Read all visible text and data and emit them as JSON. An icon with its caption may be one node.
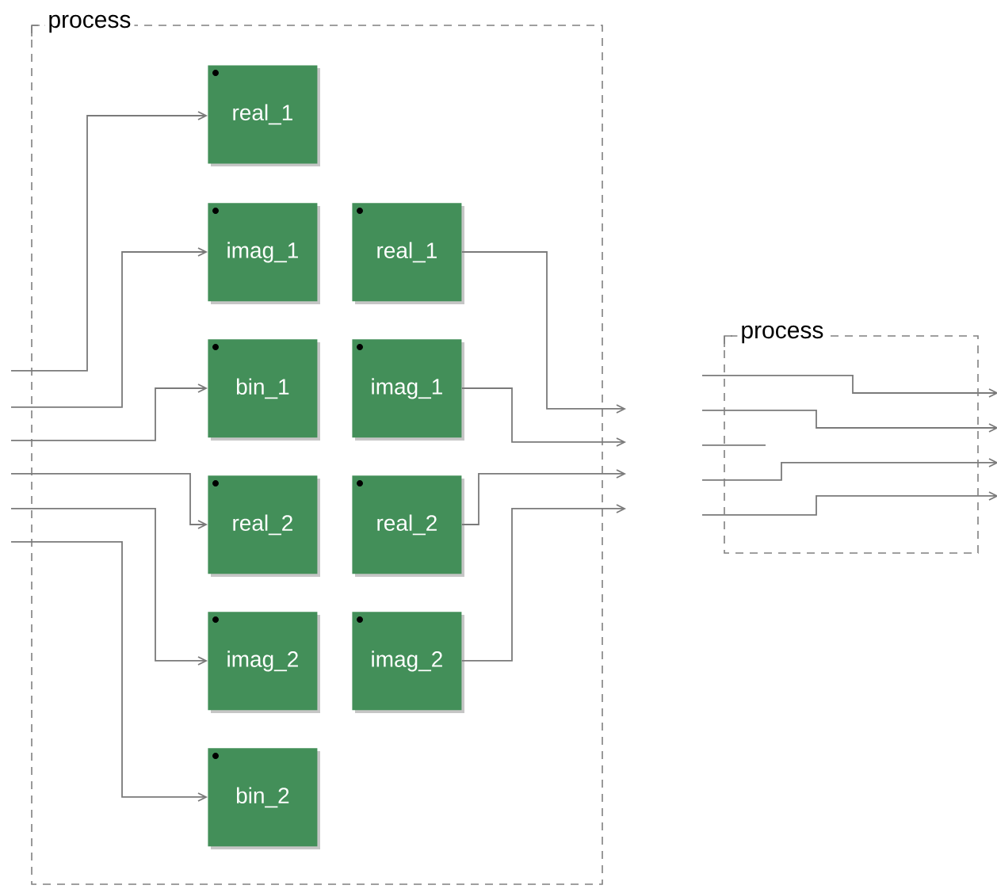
{
  "diagram": {
    "nodes": [
      {
        "text": [
          "process"
        ]
      },
      {
        "text": [
          "real_1"
        ],
        "in": 0
      },
      {
        "text": [
          "imag_1"
        ],
        "in": 0
      },
      {
        "text": [
          "real_1"
        ],
        "in": 0
      },
      {
        "text": [
          "bin_1"
        ],
        "in": 0
      },
      {
        "text": [
          "imag_1"
        ],
        "in": 0
      },
      {
        "text": [
          "real_2"
        ],
        "in": 0
      },
      {
        "text": [
          "real_2"
        ],
        "in": 0
      },
      {
        "text": [
          "imag_2"
        ],
        "in": 0
      },
      {
        "text": [
          "imag_2"
        ],
        "in": 0
      },
      {
        "text": [
          "bin_2"
        ],
        "in": 0
      },
      {
        "text": [
          "process"
        ]
      }
    ],
    "edges": [
      {
        "from": null,
        "to": 1,
        "arrow": "to"
      },
      {
        "from": null,
        "to": 2,
        "arrow": "to"
      },
      {
        "from": null,
        "to": 4,
        "arrow": "to"
      },
      {
        "from": null,
        "to": 6,
        "arrow": "to"
      },
      {
        "from": null,
        "to": 8,
        "arrow": "to"
      },
      {
        "from": null,
        "to": 10,
        "arrow": "to"
      },
      {
        "from": 3,
        "to": null,
        "arrow": "to"
      },
      {
        "from": 5,
        "to": null,
        "arrow": "to"
      },
      {
        "from": 7,
        "to": null,
        "arrow": "to"
      },
      {
        "from": 9,
        "to": null,
        "arrow": "to"
      }
    ]
  }
}
